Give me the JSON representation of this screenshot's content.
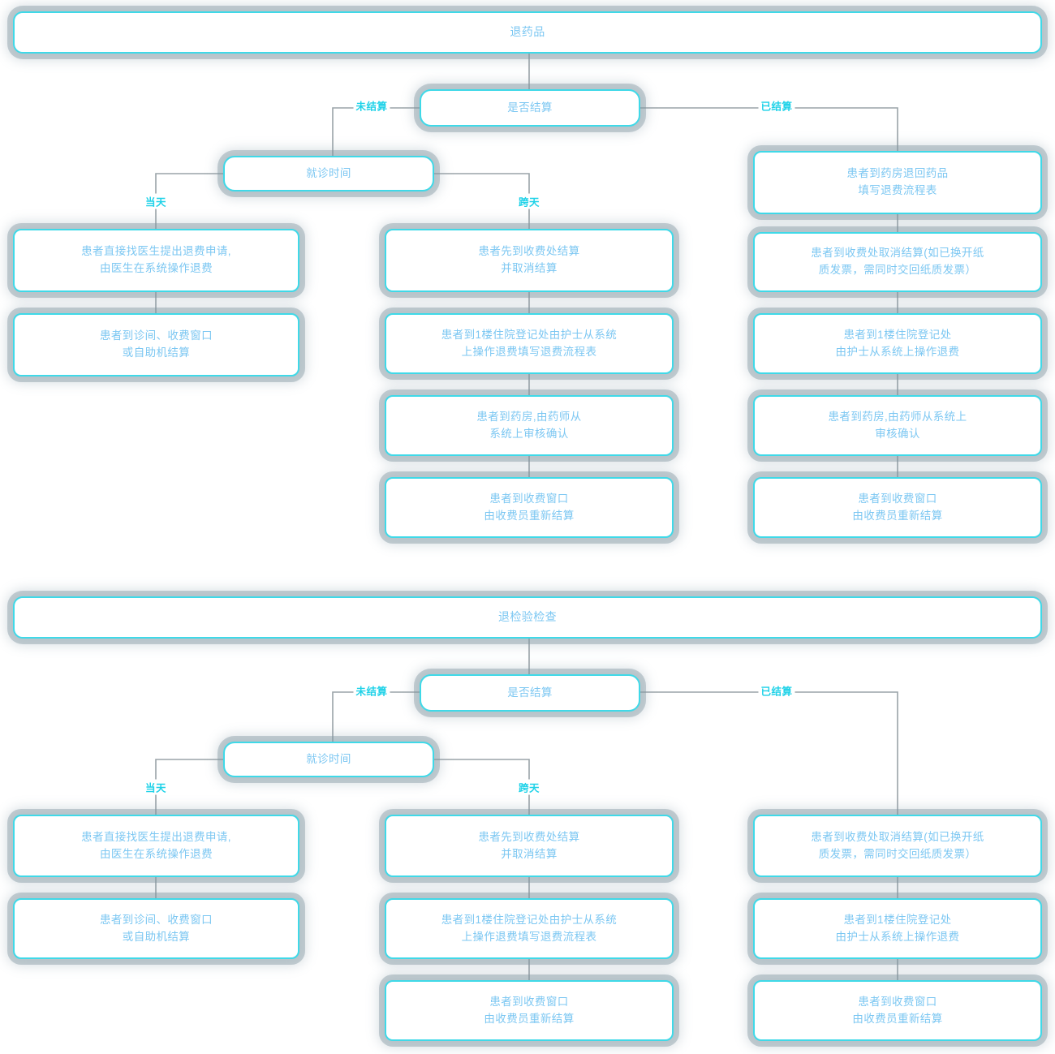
{
  "theme": {
    "background": "#ffffff",
    "node_border": "#3fd9e8",
    "node_text": "#7cc7f2",
    "edge_label_color": "#1fd2e8",
    "connector_color": "#9aa3a8",
    "node_shadow": "rgba(128,150,160,0.42)"
  },
  "sections": [
    {
      "id": "drug-return",
      "banner": "退药品",
      "decision_settle": "是否结算",
      "decision_visit_time": "就诊时间",
      "edge_labels": {
        "unsettled": "未结算",
        "settled": "已结算",
        "same_day": "当天",
        "cross_day": "跨天"
      },
      "columns": {
        "same_day": [
          "患者直接找医生提出退费申请,\n由医生在系统操作退费",
          "患者到诊间、收费窗口\n或自助机结算"
        ],
        "cross_day": [
          "患者先到收费处结算\n并取消结算",
          "患者到1楼住院登记处由护士从系统\n上操作退费填写退费流程表",
          "患者到药房,由药师从\n系统上审核确认",
          "患者到收费窗口\n由收费员重新结算"
        ],
        "settled": [
          "患者到药房退回药品\n填写退费流程表",
          "患者到收费处取消结算(如已换开纸\n质发票，需同时交回纸质发票）",
          "患者到1楼住院登记处\n由护士从系统上操作退费",
          "患者到药房,由药师从系统上\n审核确认",
          "患者到收费窗口\n由收费员重新结算"
        ]
      }
    },
    {
      "id": "exam-return",
      "banner": "退检验检查",
      "decision_settle": "是否结算",
      "decision_visit_time": "就诊时间",
      "edge_labels": {
        "unsettled": "未结算",
        "settled": "已结算",
        "same_day": "当天",
        "cross_day": "跨天"
      },
      "columns": {
        "same_day": [
          "患者直接找医生提出退费申请,\n由医生在系统操作退费",
          "患者到诊间、收费窗口\n或自助机结算"
        ],
        "cross_day": [
          "患者先到收费处结算\n并取消结算",
          "患者到1楼住院登记处由护士从系统\n上操作退费填写退费流程表",
          "患者到收费窗口\n由收费员重新结算"
        ],
        "settled": [
          "患者到收费处取消结算(如已换开纸\n质发票，需同时交回纸质发票）",
          "患者到1楼住院登记处\n由护士从系统上操作退费",
          "患者到收费窗口\n由收费员重新结算"
        ]
      }
    }
  ]
}
